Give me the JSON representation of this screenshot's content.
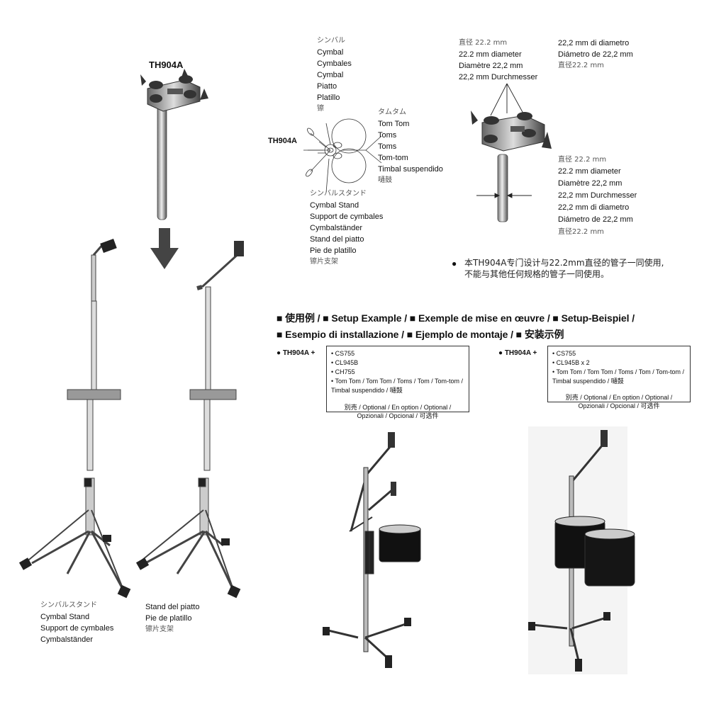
{
  "product_label": "TH904A",
  "diagram_label": "TH904A",
  "cymbal_labels": [
    "シンバル",
    "Cymbal",
    "Cymbales",
    "Cymbal",
    "Piatto",
    "Platillo",
    "镲"
  ],
  "tom_labels": [
    "タムタム",
    "Tom Tom",
    "Toms",
    "Toms",
    "Tom-tom",
    "Timbal suspendido",
    "嗵鼓"
  ],
  "stand_labels": [
    "シンバルスタンド",
    "Cymbal Stand",
    "Support de cymbales",
    "Cymbalständer",
    "Stand del piatto",
    "Pie de platillo",
    "镲片支架"
  ],
  "diameter_top_left": [
    "直径 22.2 mm",
    "22.2 mm diameter",
    "Diamètre 22,2 mm",
    "22,2 mm Durchmesser"
  ],
  "diameter_top_right": [
    "22,2 mm di diametro",
    "Diámetro de 22,2 mm",
    "直径22.2 mm"
  ],
  "diameter_bottom": [
    "直径 22.2 mm",
    "22.2 mm diameter",
    "Diamètre 22,2 mm",
    "22,2 mm Durchmesser",
    "22,2 mm di diametro",
    "Diámetro de 22,2 mm",
    "直径22.2 mm"
  ],
  "note": [
    "本TH904A专门设计与22.2mm直径的管子一同使用,",
    "不能与其他任何规格的管子一同使用。"
  ],
  "bottom_left_labels": [
    "シンバルスタンド",
    "Cymbal Stand",
    "Support de cymbales",
    "Cymbalständer"
  ],
  "bottom_mid_labels": [
    "Stand del piatto",
    "Pie de platillo",
    "镲片支架"
  ],
  "setup_heading_line1": "■ 使用例 / ■ Setup Example / ■ Exemple de mise en œuvre / ■ Setup-Beispiel /",
  "setup_heading_line2": "■ Esempio di installazione / ■ Ejemplo de montaje / ■ 安装示例",
  "setup_left": {
    "lead": "● TH904A  +",
    "items": [
      "• CS755",
      "• CL945B",
      "• CH755",
      "• Tom Tom / Tom Tom / Toms / Tom / Tom-tom /",
      "  Timbal suspendido / 嗵鼓"
    ],
    "optional_1": "別売 / Optional / En option / Optional /",
    "optional_2": "Opzionali / Opcional / 可选件"
  },
  "setup_right": {
    "lead": "● TH904A  +",
    "items": [
      "• CS755",
      "• CL945B x 2",
      "• Tom Tom / Tom Tom / Toms / Tom / Tom-tom /",
      "  Timbal suspendido / 嗵鼓"
    ],
    "optional_1": "別売 / Optional / En option / Optional /",
    "optional_2": "Opzionali / Opcional / 可选件"
  }
}
